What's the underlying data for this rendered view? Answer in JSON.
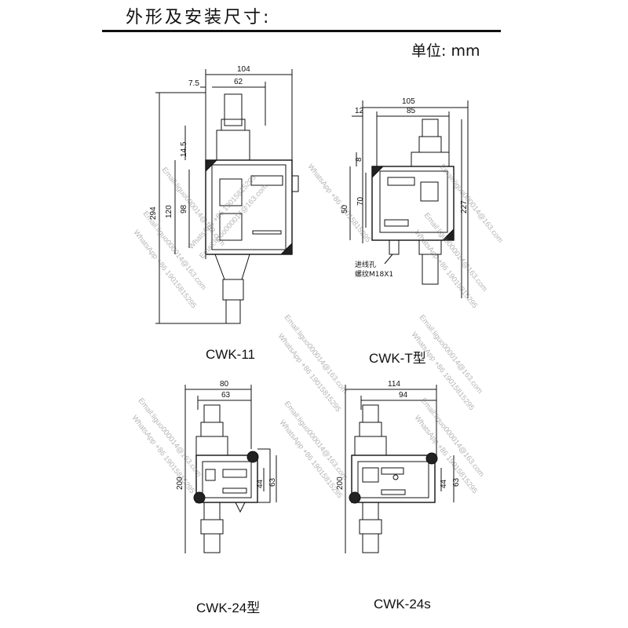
{
  "header": {
    "title": "外形及安装尺寸:",
    "unit_label": "单位: mm"
  },
  "models": {
    "cwk11": {
      "caption": "CWK-11",
      "dims": {
        "width_total": "104",
        "width_body": "62",
        "offset": "7.5",
        "top": "14.5",
        "height_total": "294",
        "height_mid": "120",
        "height_inner": "98"
      }
    },
    "cwkt": {
      "caption": "CWK-T型",
      "dims": {
        "width_total": "105",
        "width_body": "85",
        "offset": "12",
        "top": "8",
        "h_a": "50",
        "h_b": "70",
        "height_total": "227"
      },
      "note_1": "进线孔",
      "note_2": "螺纹M18X1"
    },
    "cwk24": {
      "caption": "CWK-24型",
      "dims": {
        "width_total": "80",
        "width_body": "63",
        "height_total": "200",
        "h_a": "44",
        "h_b": "63"
      }
    },
    "cwk24s": {
      "caption": "CWK-24s",
      "dims": {
        "width_total": "114",
        "width_body": "94",
        "height_total": "200",
        "h_a": "44",
        "h_b": "63"
      }
    }
  },
  "watermark": {
    "email": "Email:liguo000014@163.com",
    "whatsapp": "WhatsApp +86 19015815295"
  }
}
